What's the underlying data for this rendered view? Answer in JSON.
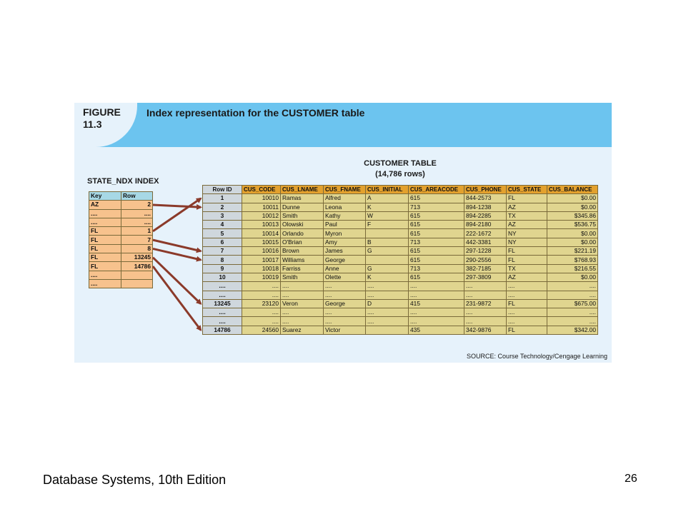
{
  "figure": {
    "label_line1": "FIGURE",
    "label_line2": "11.3",
    "title": "Index representation for the CUSTOMER table",
    "source": "SOURCE: Course Technology/Cengage Learning"
  },
  "customer_table": {
    "title_line1": "CUSTOMER TABLE",
    "title_line2": "(14,786 rows)",
    "headers": [
      "Row ID",
      "CUS_CODE",
      "CUS_LNAME",
      "CUS_FNAME",
      "CUS_INITIAL",
      "CUS_AREACODE",
      "CUS_PHONE",
      "CUS_STATE",
      "CUS_BALANCE"
    ],
    "rows": [
      [
        "1",
        "10010",
        "Ramas",
        "Alfred",
        "A",
        "615",
        "844-2573",
        "FL",
        "$0.00"
      ],
      [
        "2",
        "10011",
        "Dunne",
        "Leona",
        "K",
        "713",
        "894-1238",
        "AZ",
        "$0.00"
      ],
      [
        "3",
        "10012",
        "Smith",
        "Kathy",
        "W",
        "615",
        "894-2285",
        "TX",
        "$345.86"
      ],
      [
        "4",
        "10013",
        "Olowski",
        "Paul",
        "F",
        "615",
        "894-2180",
        "AZ",
        "$536.75"
      ],
      [
        "5",
        "10014",
        "Orlando",
        "Myron",
        "",
        "615",
        "222-1672",
        "NY",
        "$0.00"
      ],
      [
        "6",
        "10015",
        "O'Brian",
        "Amy",
        "B",
        "713",
        "442-3381",
        "NY",
        "$0.00"
      ],
      [
        "7",
        "10016",
        "Brown",
        "James",
        "G",
        "615",
        "297-1228",
        "FL",
        "$221.19"
      ],
      [
        "8",
        "10017",
        "Williams",
        "George",
        "",
        "615",
        "290-2556",
        "FL",
        "$768.93"
      ],
      [
        "9",
        "10018",
        "Farriss",
        "Anne",
        "G",
        "713",
        "382-7185",
        "TX",
        "$216.55"
      ],
      [
        "10",
        "10019",
        "Smith",
        "Olette",
        "K",
        "615",
        "297-3809",
        "AZ",
        "$0.00"
      ],
      [
        "....",
        "....",
        "....",
        "....",
        "....",
        "....",
        "....",
        "....",
        "...."
      ],
      [
        "....",
        "....",
        "....",
        "....",
        "....",
        "....",
        "....",
        "....",
        "...."
      ],
      [
        "13245",
        "23120",
        "Veron",
        "George",
        "D",
        "415",
        "231-9872",
        "FL",
        "$675.00"
      ],
      [
        "....",
        "....",
        "....",
        "....",
        "....",
        "....",
        "....",
        "....",
        "...."
      ],
      [
        "....",
        "....",
        "....",
        "....",
        "....",
        "....",
        "....",
        "....",
        "...."
      ],
      [
        "14786",
        "24560",
        "Suarez",
        "Victor",
        "",
        "435",
        "342-9876",
        "FL",
        "$342.00"
      ]
    ]
  },
  "index_table": {
    "title": "STATE_NDX INDEX",
    "headers": [
      "Key",
      "Row"
    ],
    "rows": [
      [
        "AZ",
        "2"
      ],
      [
        "....",
        "...."
      ],
      [
        "....",
        "...."
      ],
      [
        "FL",
        "1"
      ],
      [
        "FL",
        "7"
      ],
      [
        "FL",
        "8"
      ],
      [
        "FL",
        "13245"
      ],
      [
        "FL",
        "14786"
      ],
      [
        "....",
        ""
      ],
      [
        "....",
        ""
      ]
    ]
  },
  "arrows": [
    {
      "from_row": 0,
      "to_row": 1
    },
    {
      "from_row": 3,
      "to_row": 0
    },
    {
      "from_row": 4,
      "to_row": 6
    },
    {
      "from_row": 5,
      "to_row": 7
    },
    {
      "from_row": 6,
      "to_row": 12
    },
    {
      "from_row": 7,
      "to_row": 15
    }
  ],
  "colors": {
    "header_band": "#6cc4ef",
    "figure_bg": "#e6f2fb",
    "index_cells": "#f7c28d",
    "index_header": "#a7d8e6",
    "table_header": "#e3a12e",
    "table_cells": "#e0d58f",
    "rowid_cells": "#cfd7dd",
    "arrow": "#8b3a2a"
  },
  "footer": {
    "text": "Database Systems, 10th Edition",
    "page": "26"
  }
}
